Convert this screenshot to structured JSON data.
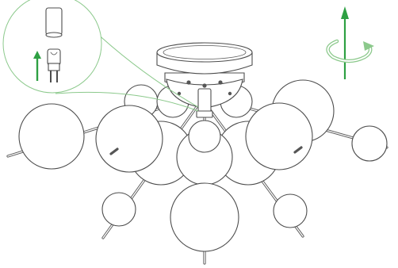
{
  "figure": {
    "callout": {
      "step": "insert-bulb",
      "arrow_direction": "up"
    },
    "rotation_indicator": {
      "direction": "clockwise",
      "arrow_direction": "up"
    },
    "colors": {
      "accent": "#2ea043",
      "callout": "#8cc98c",
      "line": "#4d4d4d",
      "background": "#ffffff"
    }
  }
}
